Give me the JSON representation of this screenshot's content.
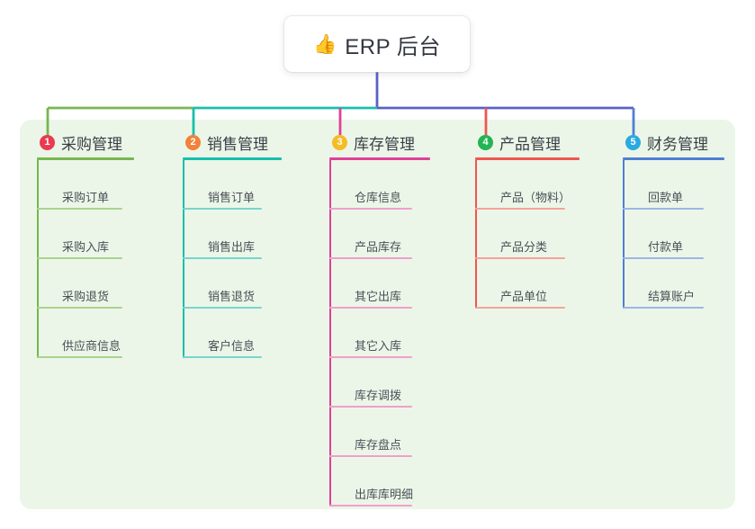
{
  "root": {
    "icon": "thumbs-up-icon",
    "emoji": "👍",
    "title": "ERP 后台"
  },
  "palette": {
    "panel_bg": "#ecf6e8",
    "page_bg": "#ffffff",
    "title_color": "#333840",
    "item_text": "#4a5058",
    "stem": "#5b61c4"
  },
  "columns": [
    {
      "index": "1",
      "title": "采购管理",
      "badge_color": "#ea3b52",
      "line_color": "#76b750",
      "light_line": "#a9d38d",
      "items": [
        {
          "label": "采购订单"
        },
        {
          "label": "采购入库"
        },
        {
          "label": "采购退货"
        },
        {
          "label": "供应商信息"
        }
      ]
    },
    {
      "index": "2",
      "title": "销售管理",
      "badge_color": "#f2813a",
      "line_color": "#17bfad",
      "light_line": "#77d6cc",
      "items": [
        {
          "label": "销售订单"
        },
        {
          "label": "销售出库"
        },
        {
          "label": "销售退货"
        },
        {
          "label": "客户信息"
        }
      ]
    },
    {
      "index": "3",
      "title": "库存管理",
      "badge_color": "#f5bc24",
      "line_color": "#e0409a",
      "light_line": "#efa0cc",
      "items": [
        {
          "label": "仓库信息"
        },
        {
          "label": "产品库存"
        },
        {
          "label": "其它出库"
        },
        {
          "label": "其它入库"
        },
        {
          "label": "库存调拨"
        },
        {
          "label": "库存盘点"
        },
        {
          "label": "出库库明细"
        }
      ]
    },
    {
      "index": "4",
      "title": "产品管理",
      "badge_color": "#23b453",
      "line_color": "#f0564f",
      "light_line": "#f6a29c",
      "items": [
        {
          "label": "产品（物料）"
        },
        {
          "label": "产品分类"
        },
        {
          "label": "产品单位"
        }
      ]
    },
    {
      "index": "5",
      "title": "财务管理",
      "badge_color": "#29abe2",
      "line_color": "#4f7fd4",
      "light_line": "#9bb7e6",
      "items": [
        {
          "label": "回款单"
        },
        {
          "label": "付款单"
        },
        {
          "label": "结算账户"
        }
      ]
    }
  ]
}
